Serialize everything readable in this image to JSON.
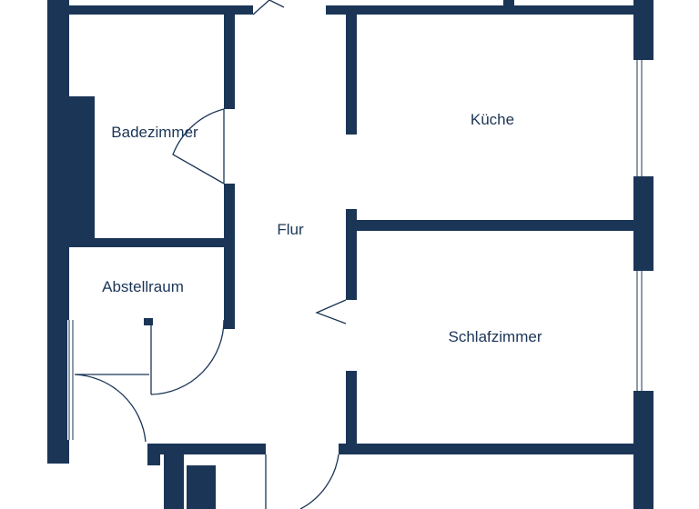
{
  "rooms": {
    "badezimmer": "Badezimmer",
    "kueche": "Küche",
    "flur": "Flur",
    "abstellraum": "Abstellraum",
    "schlafzimmer": "Schlafzimmer"
  },
  "colors": {
    "wall": "#1b3557",
    "background": "#ffffff"
  }
}
